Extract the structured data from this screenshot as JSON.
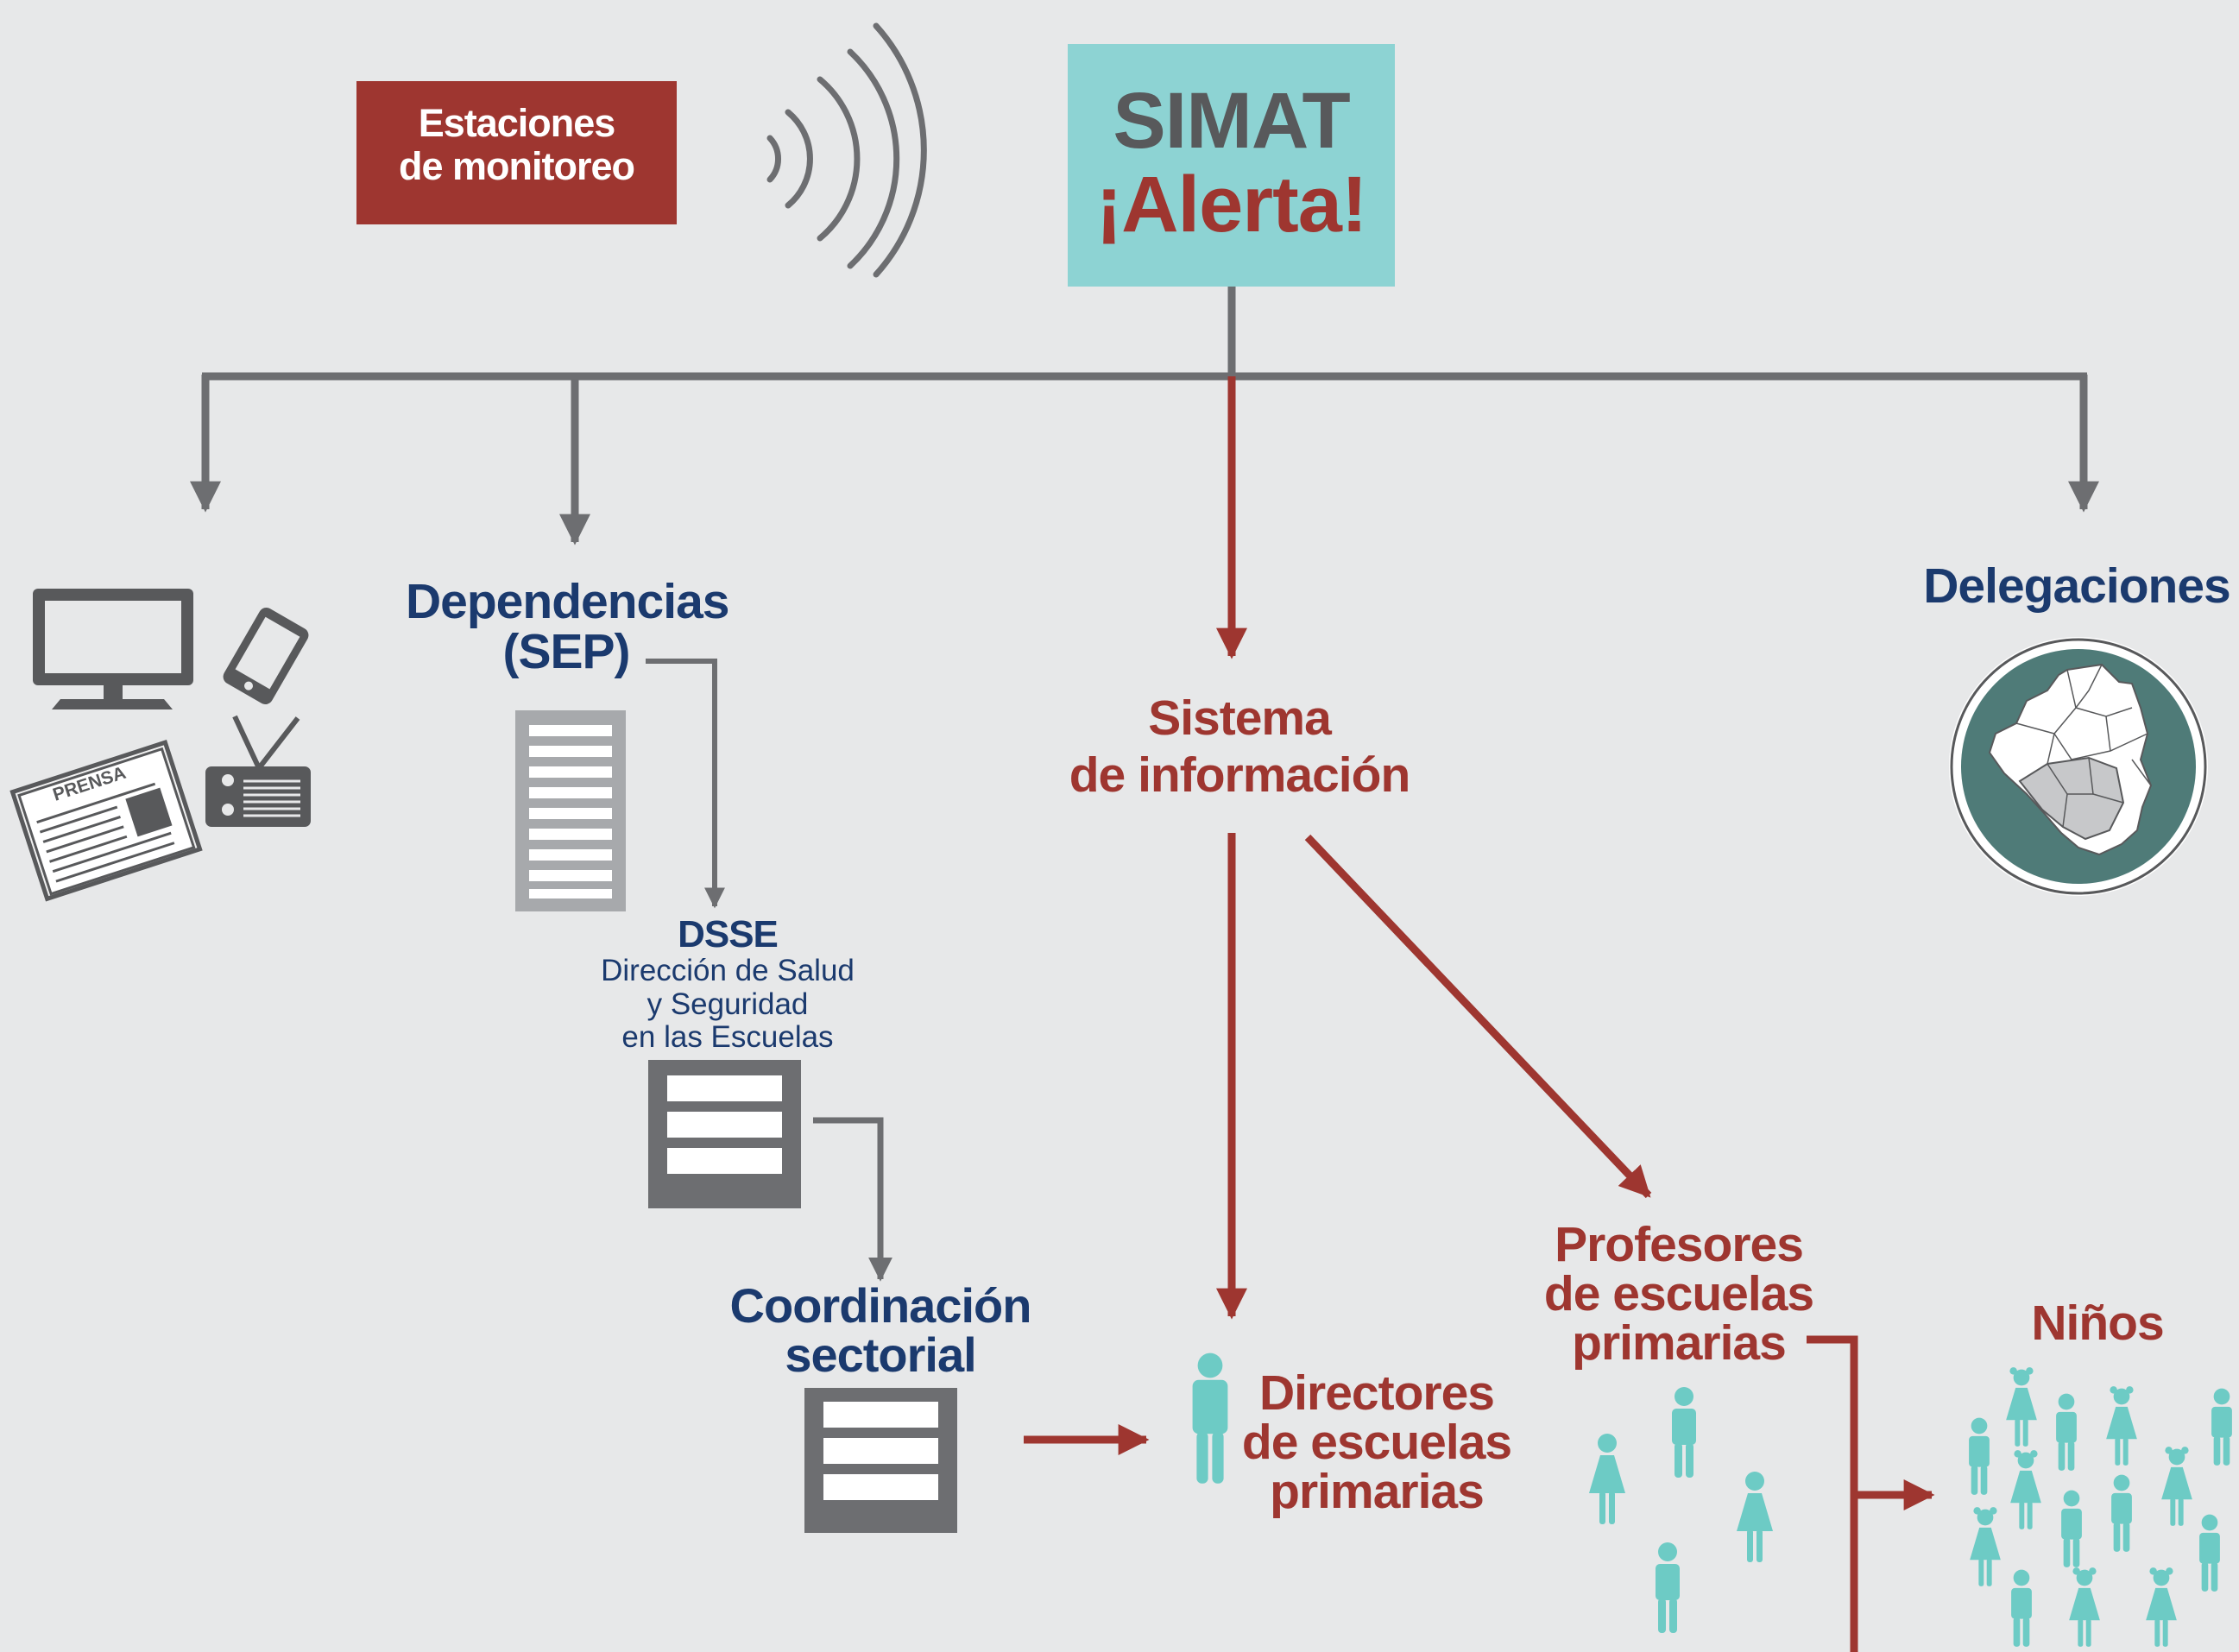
{
  "stations": {
    "line1": "Estaciones",
    "line2": "de monitoreo"
  },
  "simat": {
    "line1": "SIMAT",
    "line2": "¡Alerta!"
  },
  "dependencias": {
    "line1": "Dependencias",
    "line2": "(SEP)"
  },
  "delegaciones": {
    "label": "Delegaciones"
  },
  "sistema": {
    "line1": "Sistema",
    "line2": "de información"
  },
  "dsse": {
    "acronym": "DSSE",
    "line1": "Dirección de Salud",
    "line2": "y Seguridad",
    "line3": "en las Escuelas"
  },
  "coordinacion": {
    "line1": "Coordinación",
    "line2": "sectorial"
  },
  "directores": {
    "line1": "Directores",
    "line2": "de escuelas",
    "line3": "primarias"
  },
  "profesores": {
    "line1": "Profesores",
    "line2": "de escuelas",
    "line3": "primarias"
  },
  "ninos": {
    "label": "Niños"
  },
  "media": {
    "prensa_label": "PRENSA"
  },
  "colors": {
    "red": "#9e3630",
    "teal": "#8dd3d3",
    "navy": "#1b3a6e",
    "gray": "#6d6e71",
    "light_gray": "#a7a9ac",
    "person": "#6dcbc5",
    "background": "#e7e8e9",
    "map_circle": "#4f7b78"
  }
}
